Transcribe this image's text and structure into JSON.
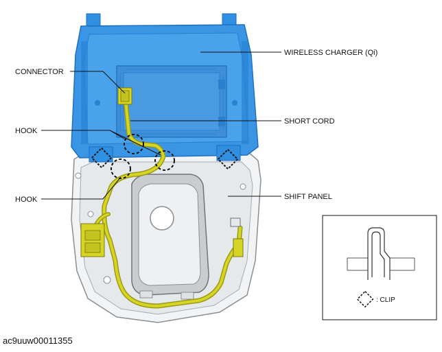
{
  "labels": {
    "wireless_charger": "WIRELESS CHARGER (Qi)",
    "connector": "CONNECTOR",
    "short_cord": "SHORT CORD",
    "hook_upper": "HOOK",
    "hook_lower": "HOOK",
    "shift_panel": "SHIFT PANEL"
  },
  "legend": {
    "clip_label": ": CLIP"
  },
  "document_id": "ac9uuw00011355",
  "colors": {
    "charger_blue": "#2f8fe0",
    "charger_dark": "#1d6fbf",
    "cord_yellow": "#d6d424",
    "cord_dark": "#9a9a14",
    "panel_gray": "#e9ecee",
    "panel_line": "#8a8f94"
  }
}
